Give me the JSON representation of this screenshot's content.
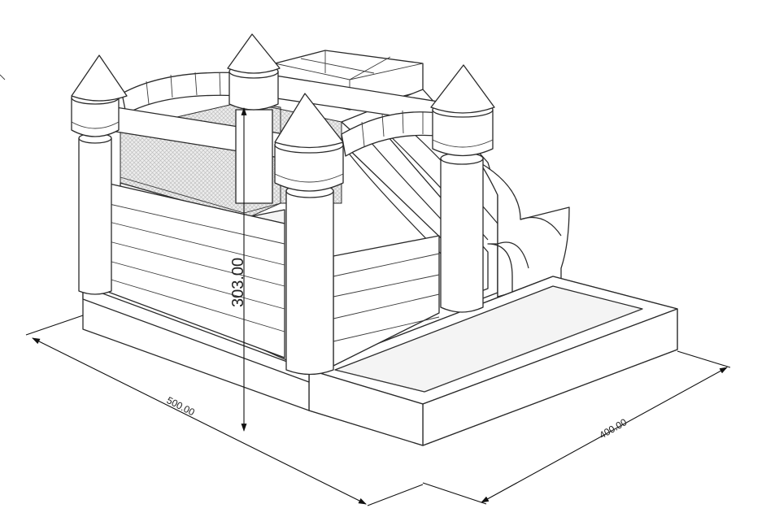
{
  "diagram": {
    "subject": "inflatable bounce castle with slide",
    "dimensions": {
      "height_label": "303.00",
      "length_label": "500.00",
      "width_label": "400.00"
    }
  }
}
